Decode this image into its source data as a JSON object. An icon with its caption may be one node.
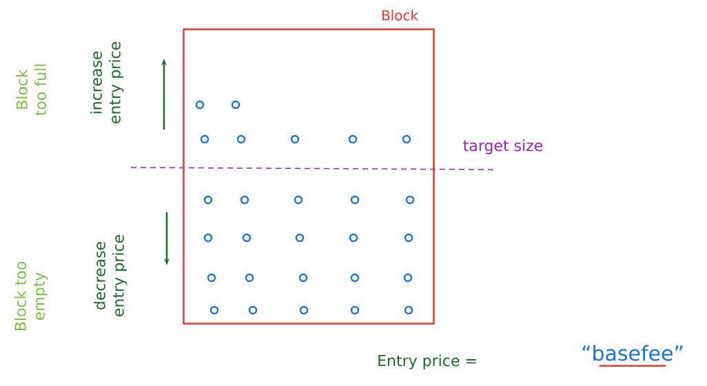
{
  "diagram": {
    "nodes": [
      {
        "text": [
          "Block"
        ]
      }
    ],
    "edges": [],
    "labels": [
      "Block too full",
      "increase entry price",
      "target size",
      "decrease entry price",
      "Block too empty",
      "Entry price =",
      "“basefee”"
    ]
  }
}
